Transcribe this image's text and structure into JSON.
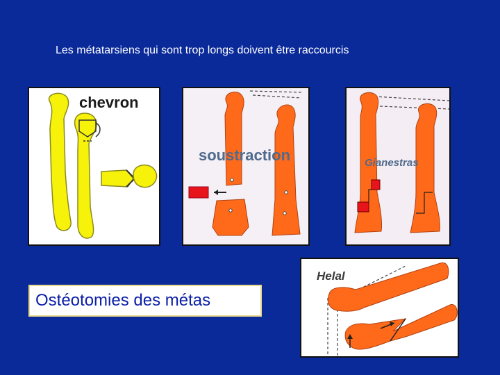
{
  "slide": {
    "subtitle": "Les métatarsiens qui sont trop longs doivent être raccourcis",
    "caption": "Ostéotomies des métas"
  },
  "panels": {
    "chevron": {
      "label": "chevron"
    },
    "soustraction": {
      "label": "soustraction"
    },
    "gianestras": {
      "label": "Gianestras"
    },
    "helal": {
      "label": "Helal"
    }
  },
  "colors": {
    "background": "#0a2a9a",
    "bone_yellow": "#f7f20a",
    "bone_orange": "#ff6a1a",
    "cut_red": "#e8141c",
    "caption_text": "#0b1fa8"
  }
}
